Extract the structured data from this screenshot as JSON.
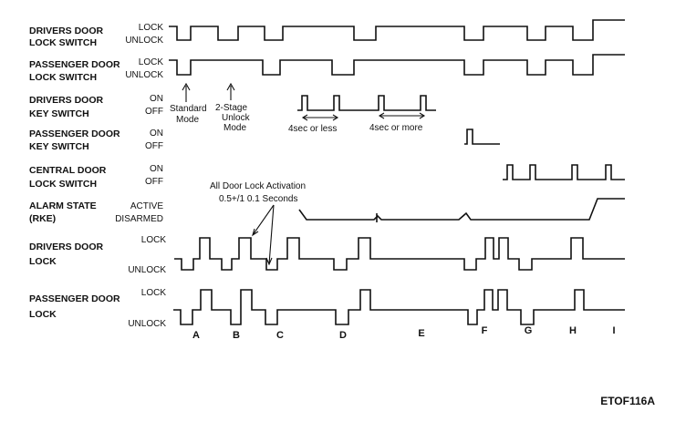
{
  "figure_code": "ETOF116A",
  "signals": [
    {
      "id": "drivers-door-lock-switch",
      "line1": "DRIVERS DOOR",
      "line2": "LOCK SWITCH",
      "hi": "LOCK",
      "lo": "UNLOCK"
    },
    {
      "id": "passenger-door-lock-switch",
      "line1": "PASSENGER DOOR",
      "line2": "LOCK SWITCH",
      "hi": "LOCK",
      "lo": "UNLOCK"
    },
    {
      "id": "drivers-door-key-switch",
      "line1": "DRIVERS DOOR",
      "line2": "KEY SWITCH",
      "hi": "ON",
      "lo": "OFF"
    },
    {
      "id": "passenger-door-key-switch",
      "line1": "PASSENGER DOOR",
      "line2": "KEY SWITCH",
      "hi": "ON",
      "lo": "OFF"
    },
    {
      "id": "central-door-lock-switch",
      "line1": "CENTRAL DOOR",
      "line2": "LOCK SWITCH",
      "hi": "ON",
      "lo": "OFF"
    },
    {
      "id": "alarm-state",
      "line1": "ALARM STATE",
      "line2": "(RKE)",
      "hi": "ACTIVE",
      "lo": "DISARMED"
    },
    {
      "id": "drivers-door-lock",
      "line1": "DRIVERS DOOR",
      "line2": "LOCK",
      "hi": "LOCK",
      "lo": "UNLOCK"
    },
    {
      "id": "passenger-door-lock",
      "line1": "PASSENGER DOOR",
      "line2": "LOCK",
      "hi": "LOCK",
      "lo": "UNLOCK"
    }
  ],
  "annotations": {
    "standard_mode_1": "Standard",
    "standard_mode_2": "Mode",
    "two_stage_1": "2-Stage",
    "two_stage_2": "Unlock",
    "two_stage_3": "Mode",
    "four_sec_less": "4sec or less",
    "four_sec_more": "4sec or more",
    "all_door_1": "All Door Lock Activation",
    "all_door_2": "0.5+/1 0.1 Seconds"
  },
  "time_markers": [
    "A",
    "B",
    "C",
    "D",
    "E",
    "F",
    "G",
    "H",
    "I"
  ]
}
